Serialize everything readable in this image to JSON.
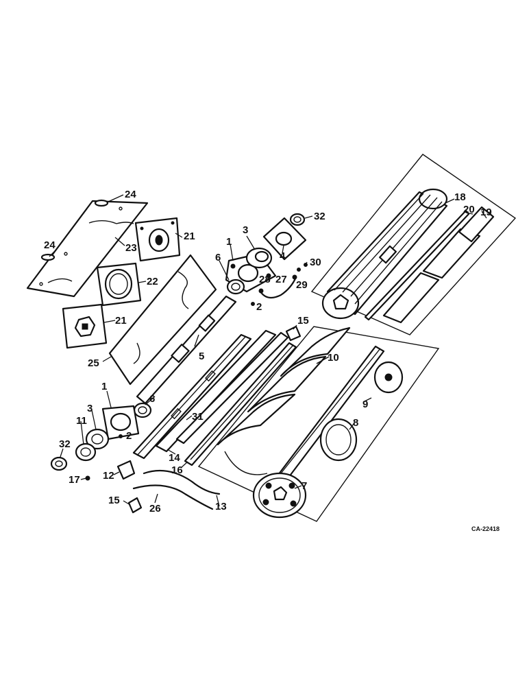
{
  "callouts": {
    "c24a": "24",
    "c24b": "24",
    "c23": "23",
    "c21a": "21",
    "c21b": "21",
    "c22": "22",
    "c25": "25",
    "c32a": "32",
    "c3a": "3",
    "c1a": "1",
    "c6a": "6",
    "c4": "4",
    "c28": "28",
    "c2a": "2",
    "c27": "27",
    "c30": "30",
    "c29": "29",
    "c5": "5",
    "c15a": "15",
    "c18": "18",
    "c20": "20",
    "c19": "19",
    "c10": "10",
    "c9": "9",
    "c8": "8",
    "c7": "7",
    "c1b": "1",
    "c3b": "3",
    "c6b": "6",
    "c11": "11",
    "c2b": "2",
    "c31": "31",
    "c32b": "32",
    "c14": "14",
    "c16": "16",
    "c12": "12",
    "c17": "17",
    "c15b": "15",
    "c26": "26",
    "c13": "13"
  },
  "drawing_code": "CA-22418"
}
